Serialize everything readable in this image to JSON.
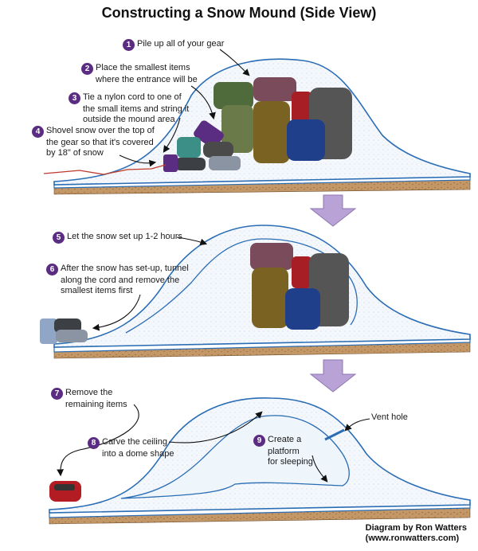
{
  "title": "Constructing a Snow Mound  (Side View)",
  "steps": [
    {
      "num": "1",
      "lines": [
        "Pile up all of your gear"
      ]
    },
    {
      "num": "2",
      "lines": [
        "Place the smallest items",
        "where the entrance will be"
      ]
    },
    {
      "num": "3",
      "lines": [
        "Tie a nylon cord to one of",
        "the small items and string it",
        "outside the mound area"
      ]
    },
    {
      "num": "4",
      "lines": [
        "Shovel snow over the top of",
        "the gear so that it's covered",
        "by 18\" of snow"
      ]
    },
    {
      "num": "5",
      "lines": [
        "Let the snow set up 1-2 hours"
      ]
    },
    {
      "num": "6",
      "lines": [
        "After the snow has set-up, tunnel",
        "along the cord and remove the",
        "smallest items first"
      ]
    },
    {
      "num": "7",
      "lines": [
        "Remove the",
        "remaining items"
      ]
    },
    {
      "num": "8",
      "lines": [
        "Carve the ceiling",
        "into a dome shape"
      ]
    },
    {
      "num": "9",
      "lines": [
        "Create a",
        "platform",
        "for sleeping"
      ]
    }
  ],
  "vent_label": "Vent hole",
  "credit": {
    "line1": "Diagram by Ron Watters",
    "line2": "(www.ronwatters.com)"
  },
  "colors": {
    "badge": "#5b2d82",
    "snow_outline": "#2a6db5",
    "snow_fill": "#eef5fb",
    "ground": "#b98a58",
    "arrow": "#b9a2d6",
    "cord": "#c0392b"
  }
}
